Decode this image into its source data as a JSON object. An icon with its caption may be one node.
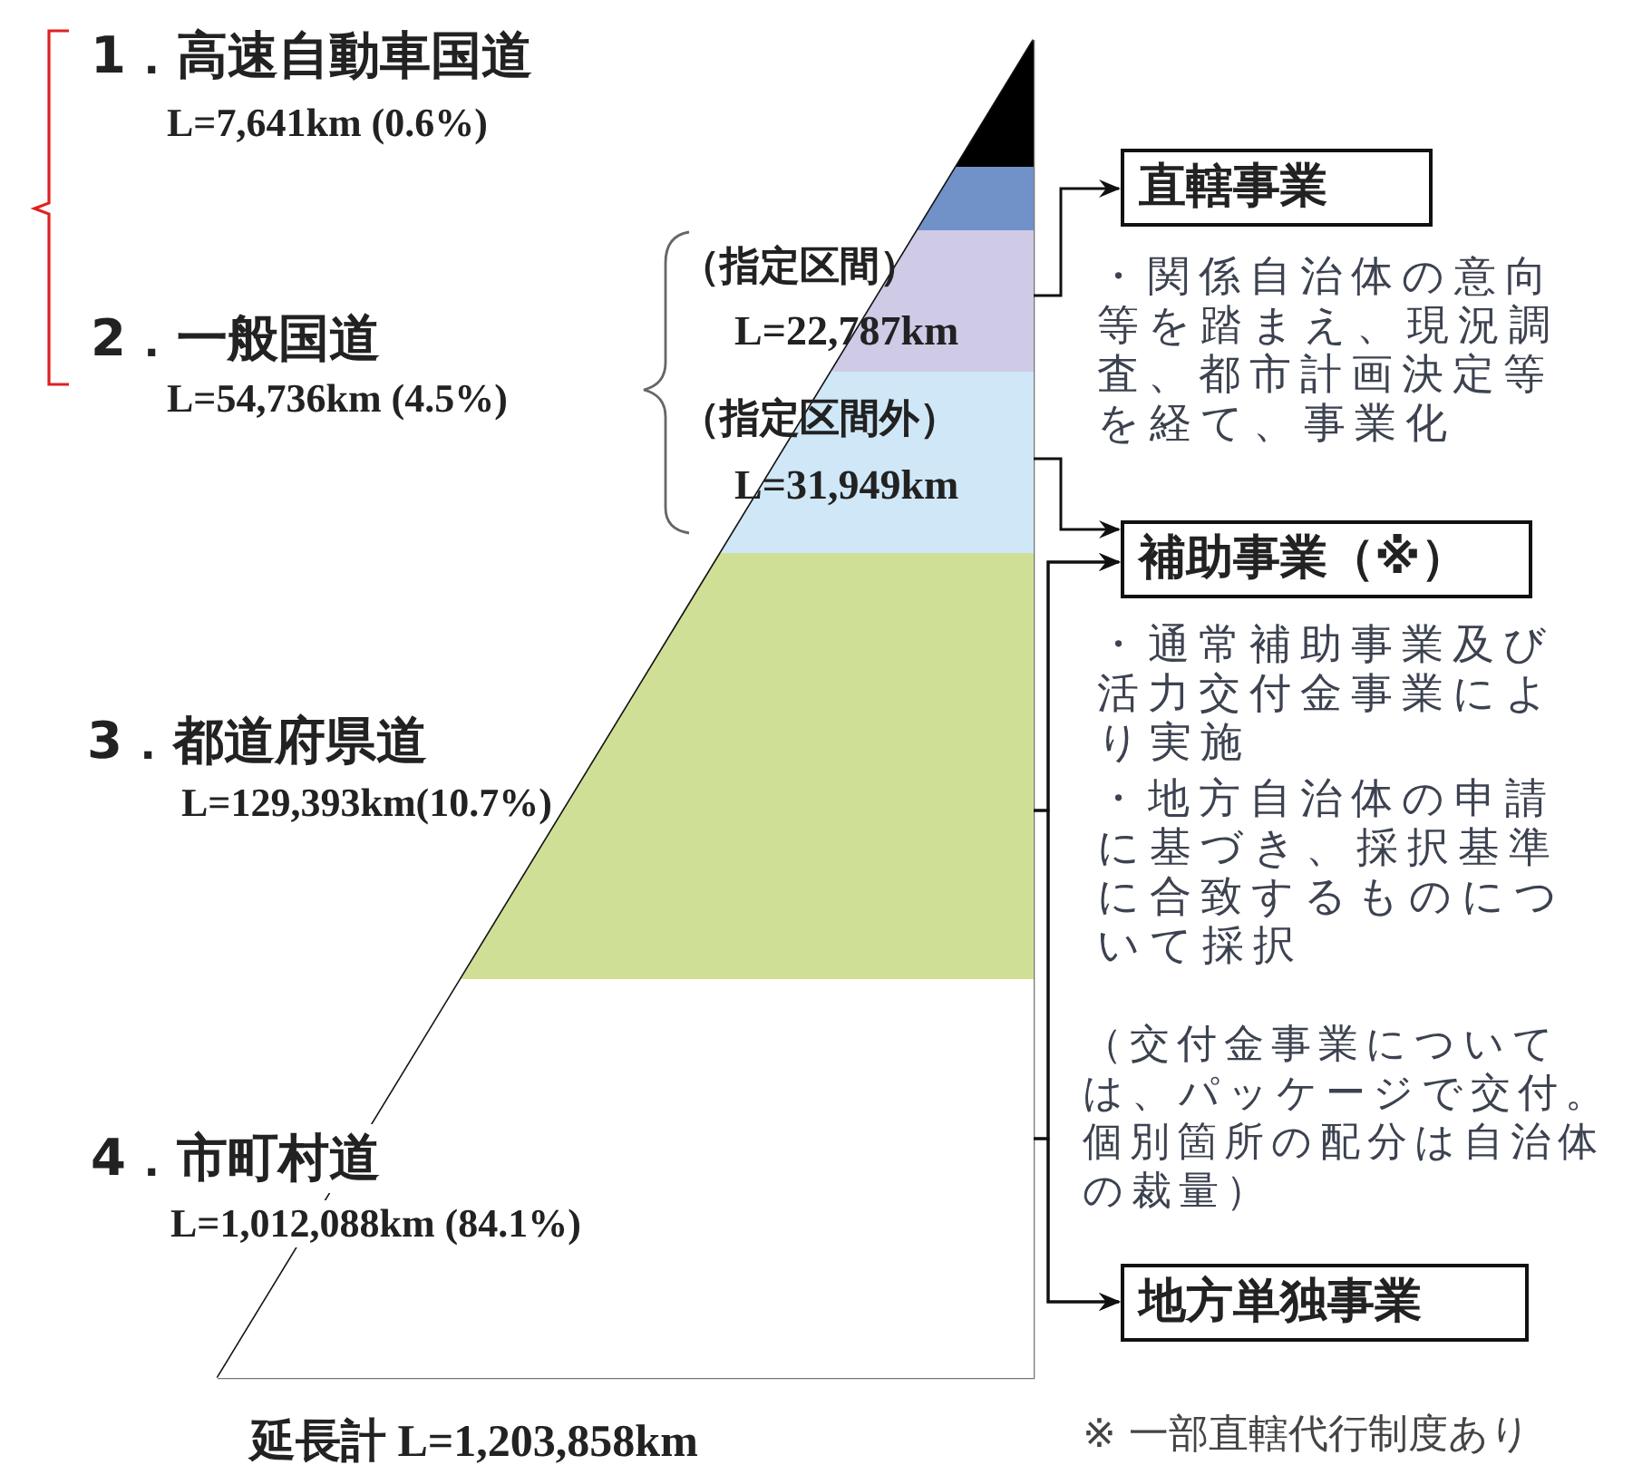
{
  "diagram": {
    "nodes": [
      {
        "text": [],
        "shape": "triangle"
      },
      {
        "text": [],
        "shape": "band"
      },
      {
        "text": [
          "（指定区間）",
          "L=22,787km"
        ]
      },
      {
        "text": [
          "（指定区間外）",
          "L=31,949km"
        ]
      },
      {
        "text": [],
        "shape": "band",
        "beside": [
          "3．都道府県道",
          "L=129,393km(10.7%)"
        ]
      },
      {
        "text": [
          "L=1,012,088km (84.1%)"
        ],
        "beside": [
          "4．市町村道",
          "延長計 L=1,203,858km"
        ]
      },
      {
        "text": [
          "直轄事業"
        ],
        "beside": [
          "・関係自治体の意向等を踏まえ、現況調査、都市計画決定等を経て、事業化"
        ]
      },
      {
        "text": [
          "補助事業（※）"
        ],
        "beside": [
          "・通常補助事業及び活力交付金事業により実施",
          "・地方自治体の申請に基づき、採択基準に合致するものについて採択"
        ]
      },
      {
        "text": [
          "地方単独事業"
        ]
      }
    ],
    "edges": [
      {
        "from": 2,
        "to": 6,
        "arrow": "to"
      },
      {
        "from": 3,
        "to": 7,
        "arrow": "to"
      },
      {
        "from": 4,
        "to": 7,
        "arrow": "to"
      },
      {
        "from": 4,
        "to": 8,
        "arrow": "to"
      },
      {
        "from": 5,
        "to": 7,
        "arrow": "to"
      },
      {
        "from": 5,
        "to": 8,
        "arrow": "to"
      }
    ],
    "labels": [
      "1．高速自動車国道",
      "L=7,641km (0.6%)",
      "2．一般国道",
      "L=54,736km (4.5%)",
      "（交付金事業については、パッケージで交付。個別箇所の配分は自治体の裁量）",
      "※ 一部直轄代行制度あり"
    ]
  }
}
